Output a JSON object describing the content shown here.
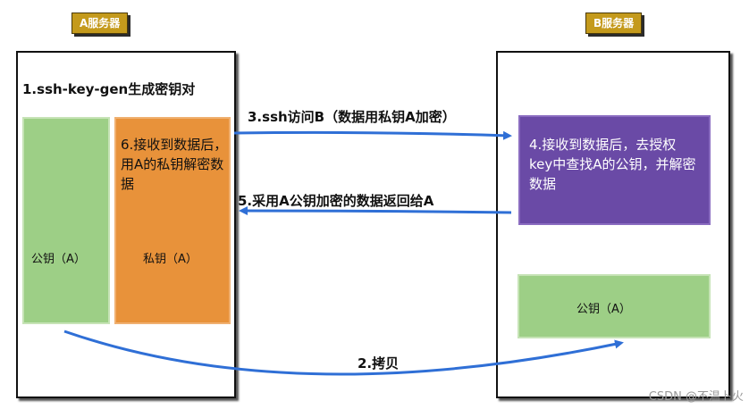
{
  "server_a": {
    "tag": "A服务器",
    "title": "1.ssh-key-gen生成密钥对",
    "public_key_label": "公钥（A）",
    "private_key_label": "私钥（A）",
    "step6_text": "6.接收到数据后，用A的私钥解密数据"
  },
  "server_b": {
    "tag": "B服务器",
    "step4_text": "4.接收到数据后，去授权key中查找A的公钥，并解密数据",
    "public_key_label": "公钥（A）"
  },
  "steps": {
    "step3": "3.ssh访问B（数据用私钥A加密）",
    "step5": "5.采用A公钥加密的数据返回给A",
    "step2": "2.拷贝"
  },
  "watermark": "CSDN @不温卜火",
  "colors": {
    "tag": "#c49a1c",
    "green": "#9dcf86",
    "orange": "#e8923a",
    "purple": "#6a4aa6",
    "arrow": "#2f6fd6"
  }
}
